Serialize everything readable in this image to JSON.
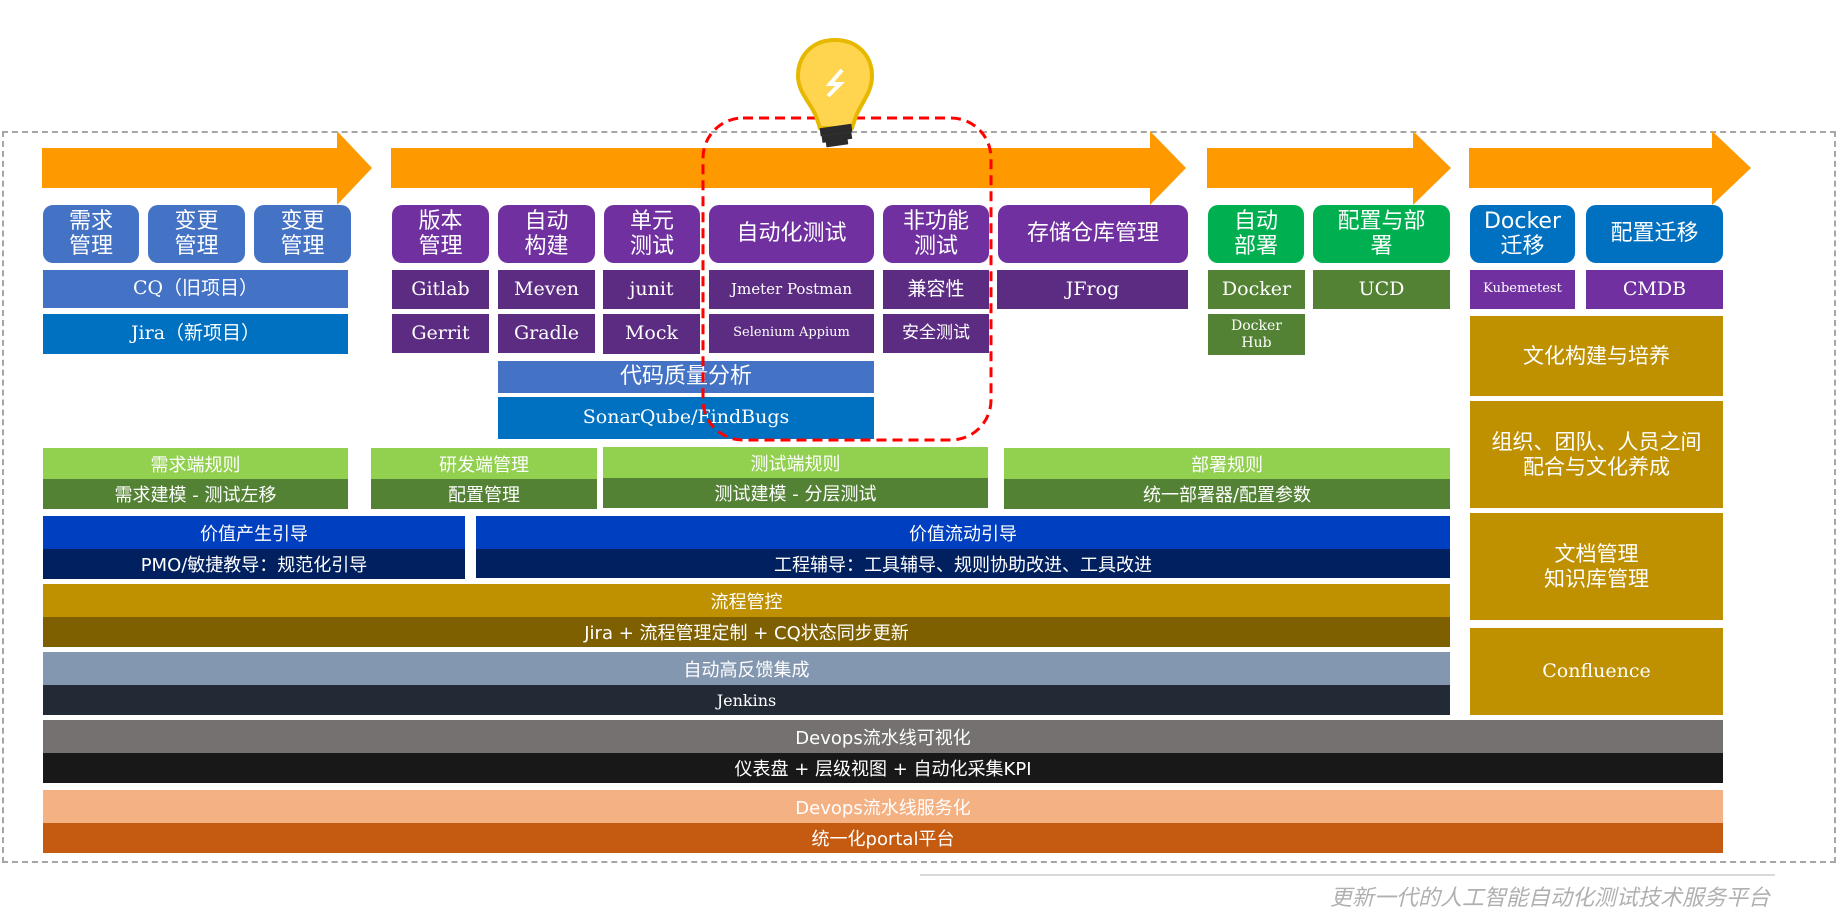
{
  "stages": [
    {
      "categories": [
        "需求\n管理",
        "变更\n管理",
        "变更\n管理"
      ],
      "tools": [
        "CQ（旧项目）",
        "Jira（新项目）"
      ]
    },
    {
      "categories": [
        "版本\n管理",
        "自动\n构建",
        "单元\n测试",
        "自动化测试",
        "非功能\n测试",
        "存储仓库管理"
      ],
      "tools_row1": [
        "Gitlab",
        "Meven",
        "junit",
        "Jmeter Postman",
        "兼容性",
        "JFrog"
      ],
      "tools_row2": [
        "Gerrit",
        "Gradle",
        "Mock",
        "Selenium Appium",
        "安全测试"
      ],
      "code_quality": {
        "title": "代码质量分析",
        "tool": "SonarQube/FindBugs"
      }
    },
    {
      "categories": [
        "自动\n部署",
        "配置与部\n署"
      ],
      "tools_row1": [
        "Docker",
        "UCD"
      ],
      "tools_row2": [
        "Docker\nHub"
      ]
    },
    {
      "categories": [
        "Docker\n迁移",
        "配置迁移"
      ],
      "tools_row1": [
        "Kubemetest",
        "CMDB"
      ]
    }
  ],
  "rules": [
    {
      "title": "需求端规则",
      "detail": "需求建模 - 测试左移"
    },
    {
      "title": "研发端管理",
      "detail": "配置管理"
    },
    {
      "title": "测试端规则",
      "detail": "测试建模 - 分层测试"
    },
    {
      "title": "部署规则",
      "detail": "统一部署器/配置参数"
    }
  ],
  "value": [
    {
      "title": "价值产生引导",
      "detail": "PMO/敏捷教导：规范化引导"
    },
    {
      "title": "价值流动引导",
      "detail": "工程辅导：工具辅导、规则协助改进、工具改进"
    }
  ],
  "process": {
    "title": "流程管控",
    "detail": "Jira + 流程管理定制 + CQ状态同步更新"
  },
  "feedback": {
    "title": "自动高反馈集成",
    "detail": "Jenkins"
  },
  "visual": {
    "title": "Devops流水线可视化",
    "detail": "仪表盘 + 层级视图 + 自动化采集KPI"
  },
  "service": {
    "title": "Devops流水线服务化",
    "detail": "统一化portal平台"
  },
  "culture": [
    "文化构建与培养",
    "组织、团队、人员之间\n配合与文化养成",
    "文档管理\n知识库管理",
    "Confluence"
  ],
  "footer": "更新一代的人工智能自动化测试技术服务平台",
  "icons": {
    "lightbulb": "lightbulb-icon",
    "arrow": "arrow-right-icon"
  },
  "colors": {
    "arrow": "#ff9900",
    "blue_cat": "#4472c4",
    "blue_tool": "#0070c0",
    "purple_cat": "#7030a0",
    "purple_tool": "#5b2c82",
    "green_cat": "#00b050",
    "green_tool": "#548235",
    "lime": "#92d050",
    "royal": "#0040c0",
    "navy": "#002060",
    "gold": "#bf9000",
    "brown": "#7f6000",
    "slate": "#8497b0",
    "dark": "#222a35",
    "gray": "#767171",
    "black": "#181818",
    "peach": "#f4b183",
    "orange": "#c55a11",
    "highlight": "#ff0000"
  }
}
